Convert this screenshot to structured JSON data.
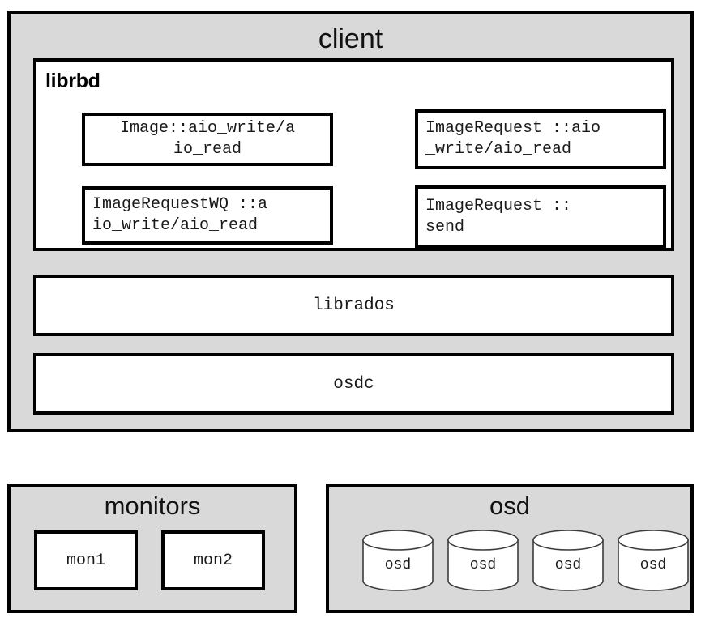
{
  "diagram": {
    "colors": {
      "group_background": "#d9d9d9",
      "box_background": "#ffffff",
      "border": "#000000",
      "text": "#1a1a1a",
      "canvas": "#ffffff"
    },
    "client": {
      "title": "client",
      "librbd": {
        "title": "librbd",
        "boxes": [
          {
            "label": "Image::aio_write/a\nio_read",
            "align": "center"
          },
          {
            "label": "ImageRequest ::aio\n_write/aio_read",
            "align": "left"
          },
          {
            "label": "ImageRequestWQ ::a\nio_write/aio_read",
            "align": "left"
          },
          {
            "label": "ImageRequest ::\nsend",
            "align": "left"
          }
        ]
      },
      "layers": [
        {
          "label": "librados"
        },
        {
          "label": "osdc"
        }
      ]
    },
    "monitors": {
      "title": "monitors",
      "nodes": [
        {
          "label": "mon1"
        },
        {
          "label": "mon2"
        }
      ]
    },
    "osd": {
      "title": "osd",
      "nodes": [
        {
          "label": "osd"
        },
        {
          "label": "osd"
        },
        {
          "label": "osd"
        },
        {
          "label": "osd"
        }
      ]
    }
  }
}
